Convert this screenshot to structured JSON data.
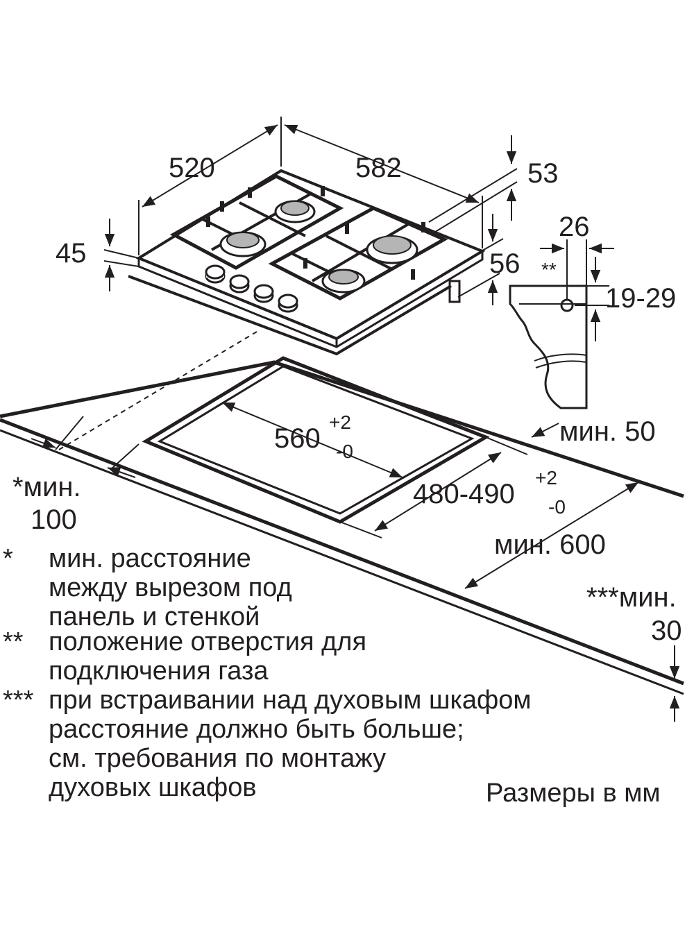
{
  "dimensions": {
    "width_520": "520",
    "width_582": "582",
    "depth_53": "53",
    "height_45": "45",
    "leg_56": "56",
    "offset_26": "26",
    "range_19_29": "19-29",
    "double_star": "**",
    "cutout_width": "560",
    "cutout_width_plus": "+2",
    "cutout_width_minus": "-0",
    "cutout_depth": "480-490",
    "cutout_depth_plus": "+2",
    "cutout_depth_minus": "-0",
    "min_50": "мин. 50",
    "min_100_line1": "*мин.",
    "min_100_line2": "100",
    "min_600": "мин. 600",
    "min_30_line1": "***мин.",
    "min_30_line2": "30"
  },
  "notes": [
    {
      "mark": "*",
      "lines": [
        "мин. расстояние",
        "между вырезом под",
        "панель и стенкой"
      ]
    },
    {
      "mark": "**",
      "lines": [
        "положение отверстия для",
        "подключения газа"
      ]
    },
    {
      "mark": "***",
      "lines": [
        "при встраивании над духовым шкафом",
        "расстояние должно быть больше;",
        "см. требования по монтажу",
        "духовых шкафов"
      ]
    }
  ],
  "units_caption": "Размеры в мм"
}
